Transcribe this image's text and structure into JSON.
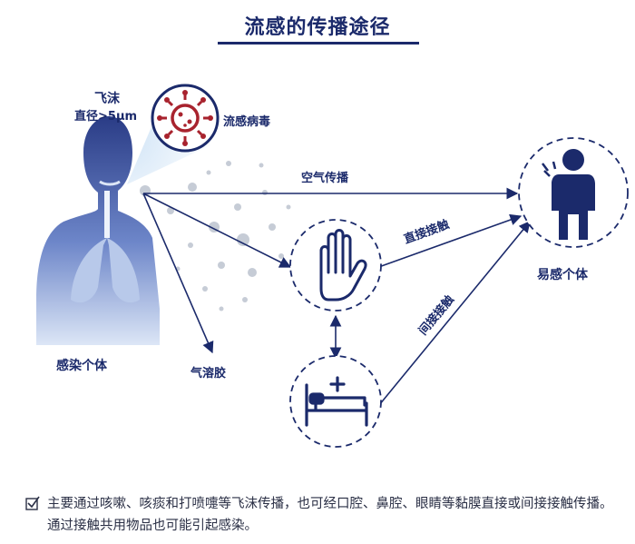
{
  "title": "流感的传播途径",
  "labels": {
    "droplet_line1": "飞沫",
    "droplet_line2": "直径>5μm",
    "virus": "流感病毒",
    "airborne": "空气传播",
    "direct_contact": "直接接触",
    "indirect_contact": "间接接触",
    "aerosol": "气溶胶",
    "infected": "感染个体",
    "susceptible": "易感个体"
  },
  "note": "主要通过咳嗽、咳痰和打喷嚏等飞沫传播，也可经口腔、鼻腔、眼睛等黏膜直接或间接接触传播。通过接触共用物品也可能引起感染。",
  "icons": [
    "virus-icon",
    "hand-icon",
    "bed-icon",
    "coughing-person-icon",
    "infected-person-silhouette",
    "checkbox-icon"
  ],
  "colors": {
    "navy": "#1b2a6b",
    "virus_red": "#a8232e",
    "spray_blue": "#9fc3e8"
  }
}
